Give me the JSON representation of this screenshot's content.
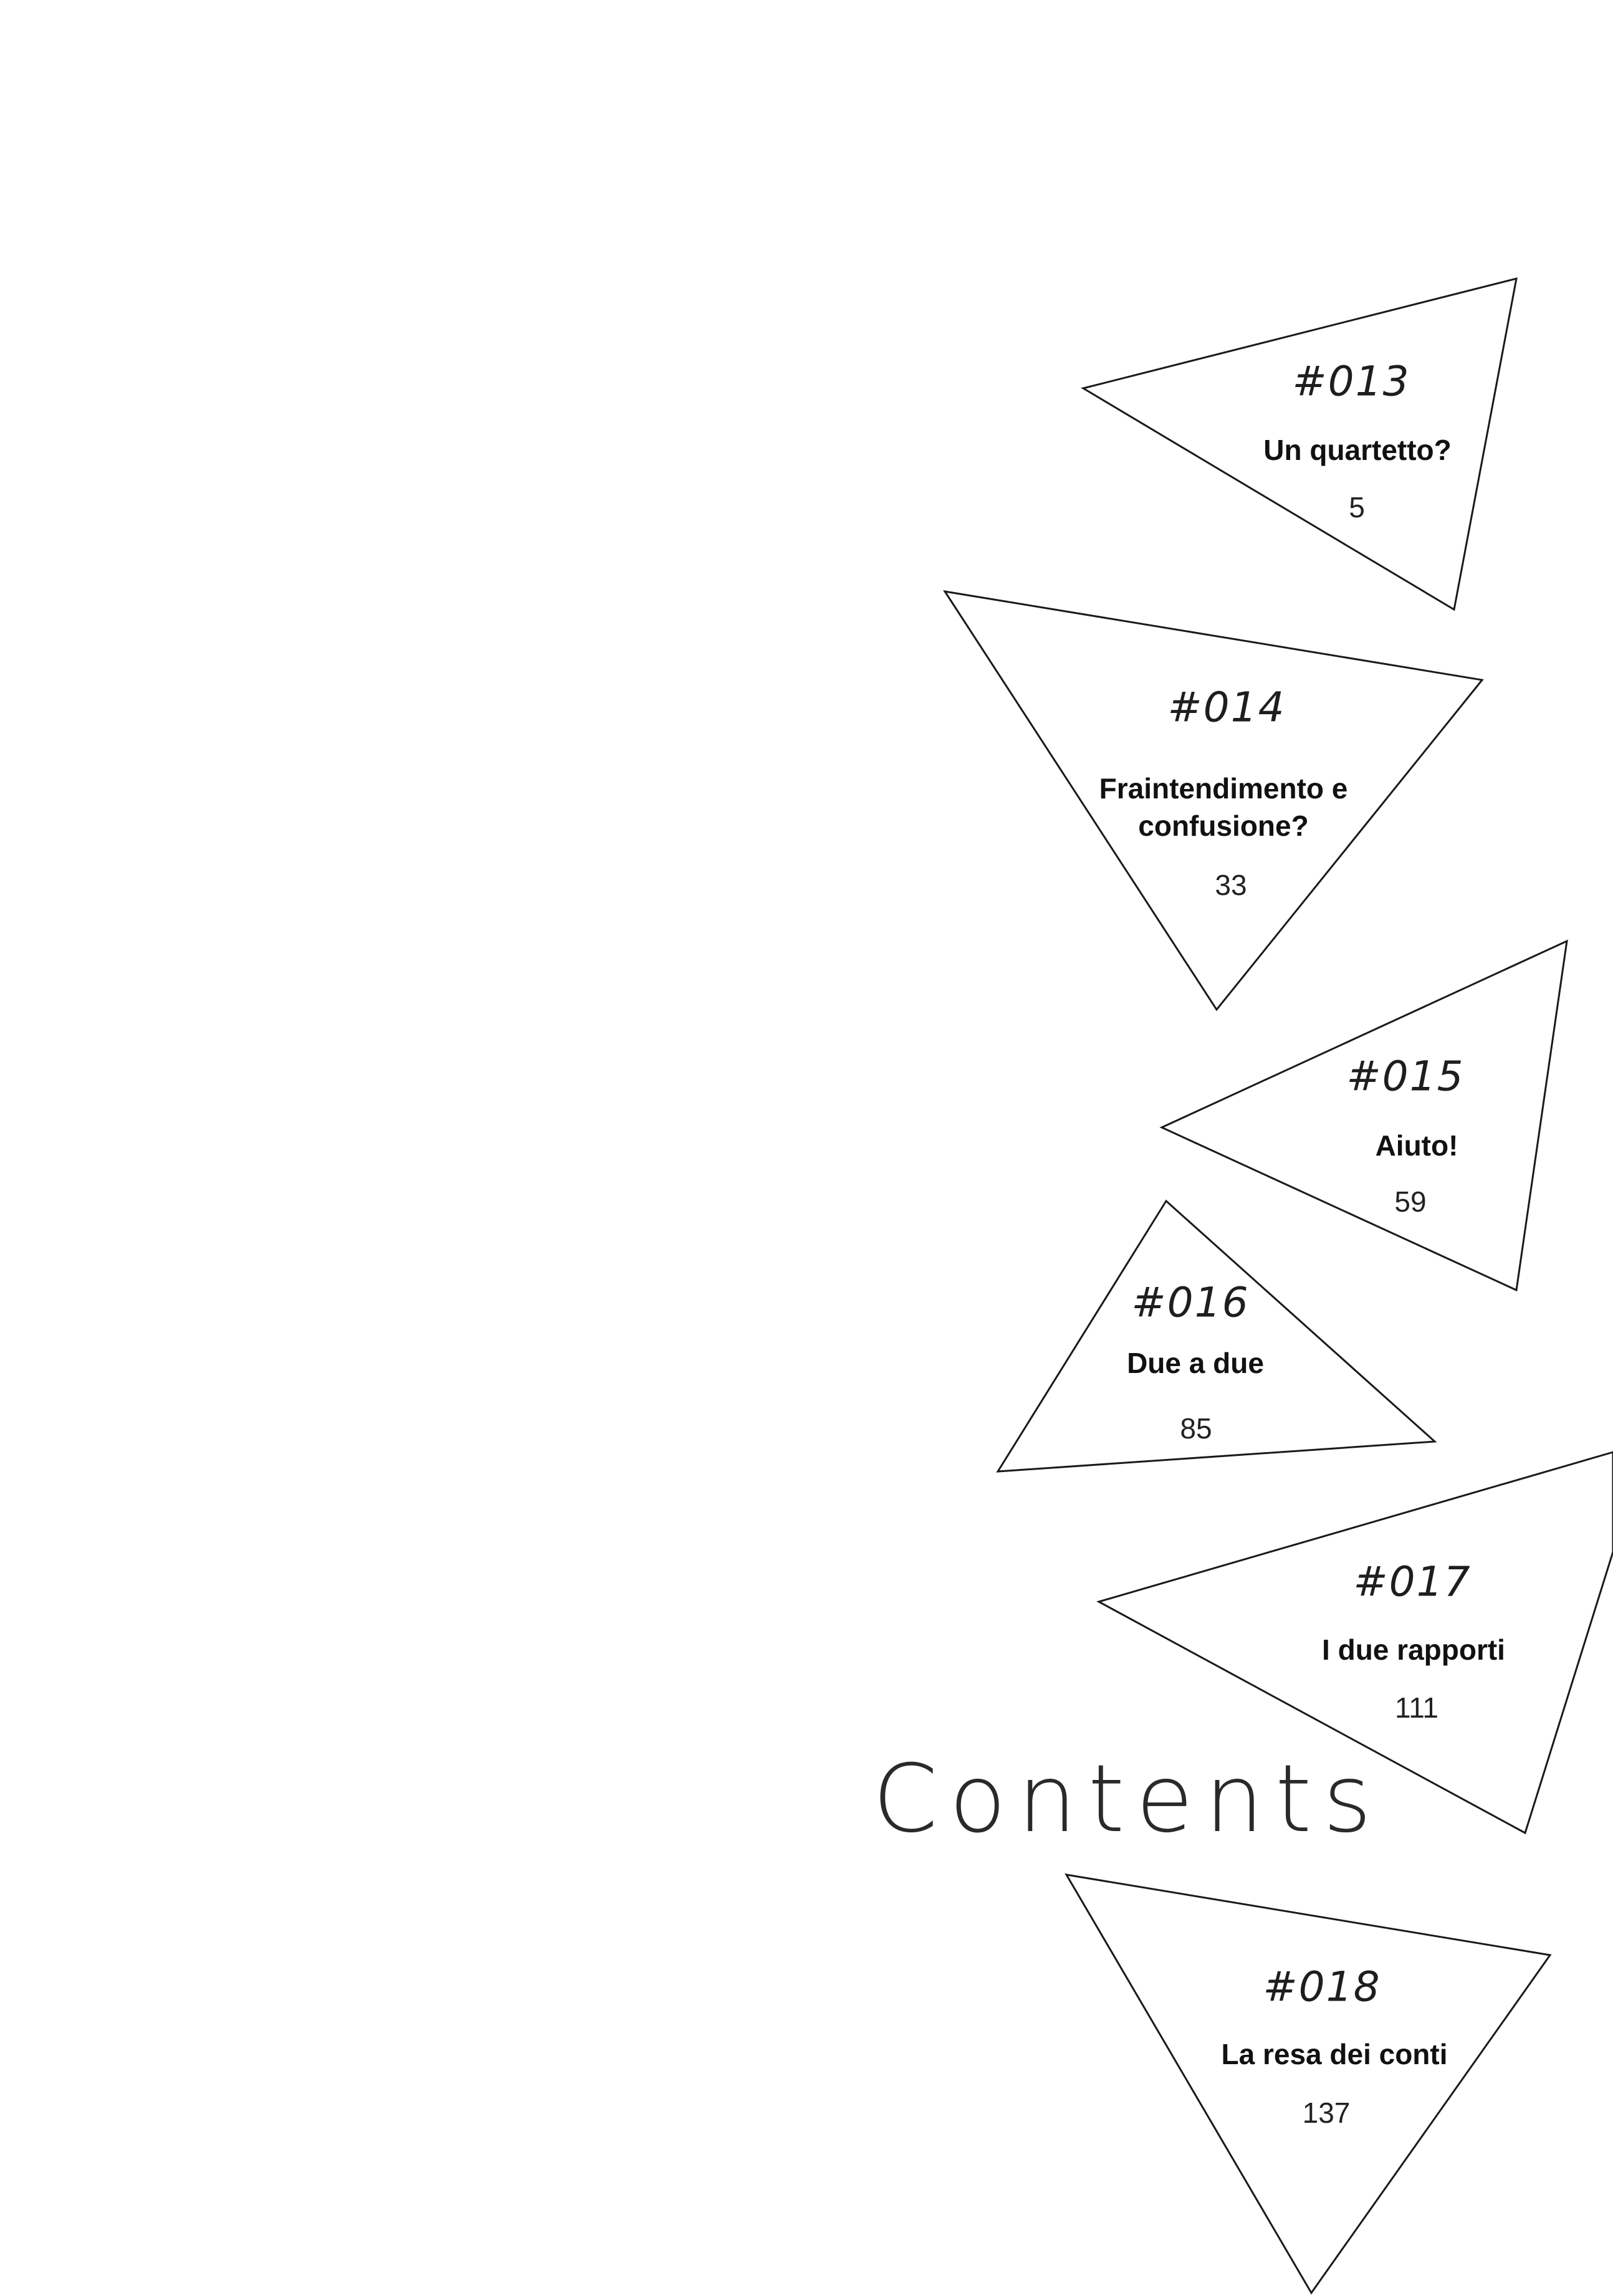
{
  "heading": "Contents",
  "entries": [
    {
      "number": "#013",
      "title": "Un quartetto?",
      "page": "5"
    },
    {
      "number": "#014",
      "title": "Fraintendimento e confusione?",
      "page": "33"
    },
    {
      "number": "#015",
      "title": "Aiuto!",
      "page": "59"
    },
    {
      "number": "#016",
      "title": "Due a due",
      "page": "85"
    },
    {
      "number": "#017",
      "title": "I due rapporti",
      "page": "111"
    },
    {
      "number": "#018",
      "title": "La resa dei conti",
      "page": "137"
    }
  ]
}
